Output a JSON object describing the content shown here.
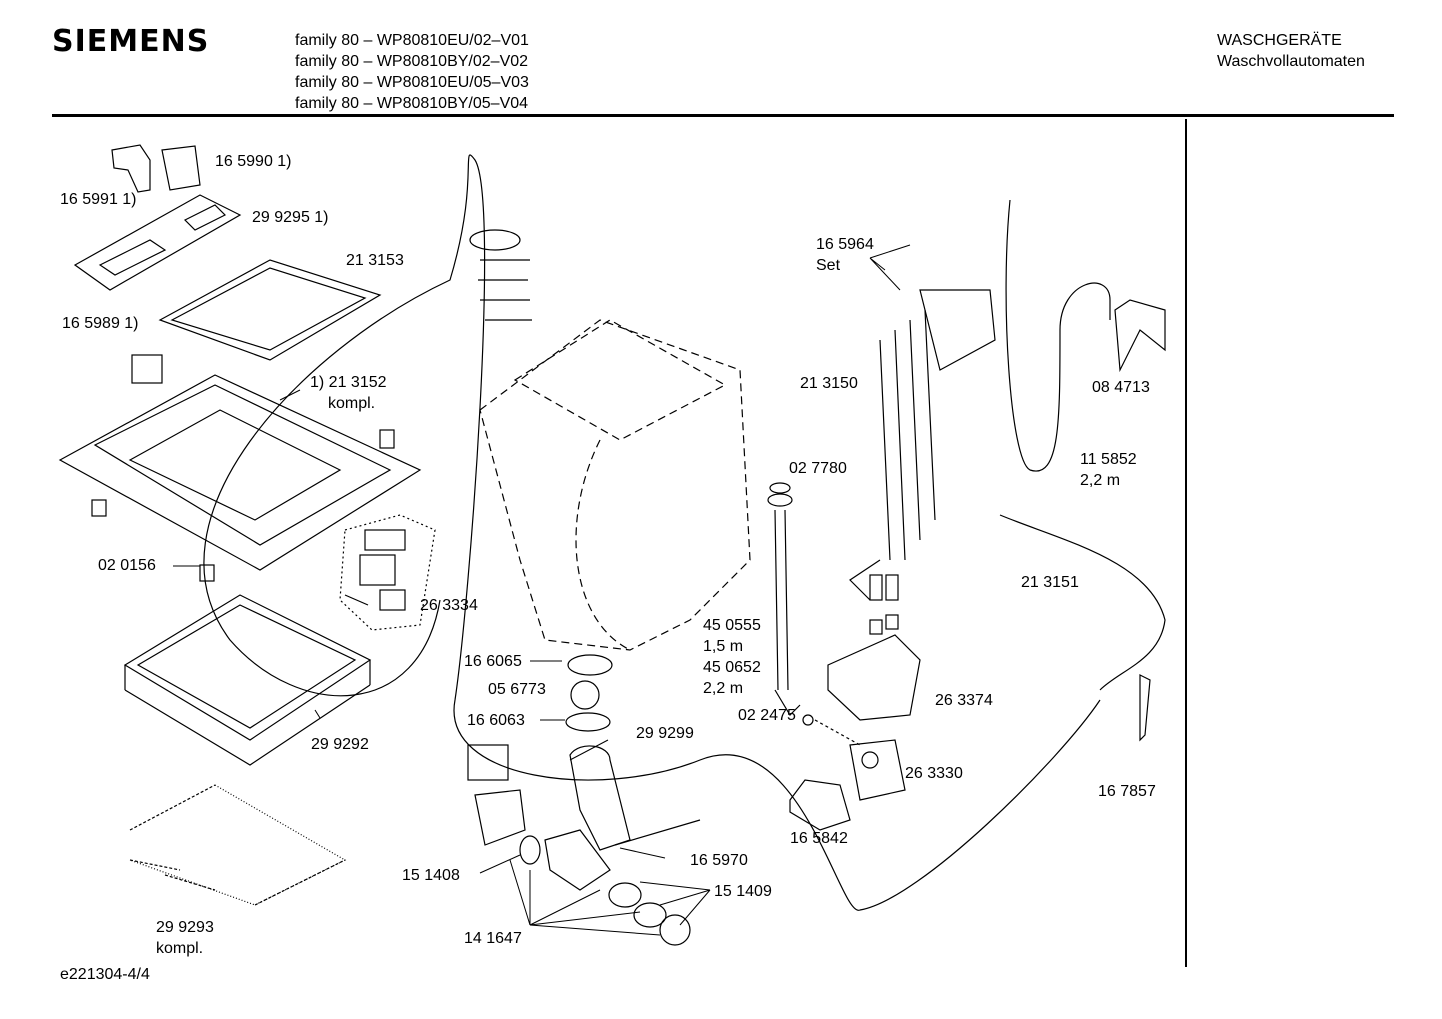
{
  "header": {
    "brand": "SIEMENS",
    "models": [
      "family 80 – WP80810EU/02–V01",
      "family 80 – WP80810BY/02–V02",
      "family 80 – WP80810EU/05–V03",
      "family 80 – WP80810BY/05–V04"
    ],
    "category_line1": "WASCHGERÄTE",
    "category_line2": "Waschvollautomaten"
  },
  "footer": {
    "doc_id": "e221304-4/4"
  },
  "parts": {
    "p165990": "16 5990 1)",
    "p165991": "16 5991 1)",
    "p299295": "29 9295 1)",
    "p213153": "21 3153",
    "p165989": "16 5989 1)",
    "p213152": "1) 21 3152",
    "p213152_note": "kompl.",
    "p020156": "02 0156",
    "p263334": "26 3334",
    "p299292": "29 9292",
    "p299293": "29 9293",
    "p299293_note": "kompl.",
    "p165964": "16 5964",
    "p165964_note": "Set",
    "p213150": "21 3150",
    "p084713": "08 4713",
    "p027780": "02 7780",
    "p115852": "11 5852",
    "p115852_note": "2,2 m",
    "p213151": "21 3151",
    "p450555": "45 0555",
    "p450555_note": "1,5 m",
    "p450652": "45 0652",
    "p450652_note": "2,2 m",
    "p166065": "16 6065",
    "p056773": "05 6773",
    "p166063": "16 6063",
    "p299299": "29 9299",
    "p022475": "02 2475",
    "p263374": "26 3374",
    "p263330": "26 3330",
    "p167857": "16 7857",
    "p165842": "16 5842",
    "p165970": "16 5970",
    "p151408": "15 1408",
    "p151409": "15 1409",
    "p141647": "14 1647"
  }
}
